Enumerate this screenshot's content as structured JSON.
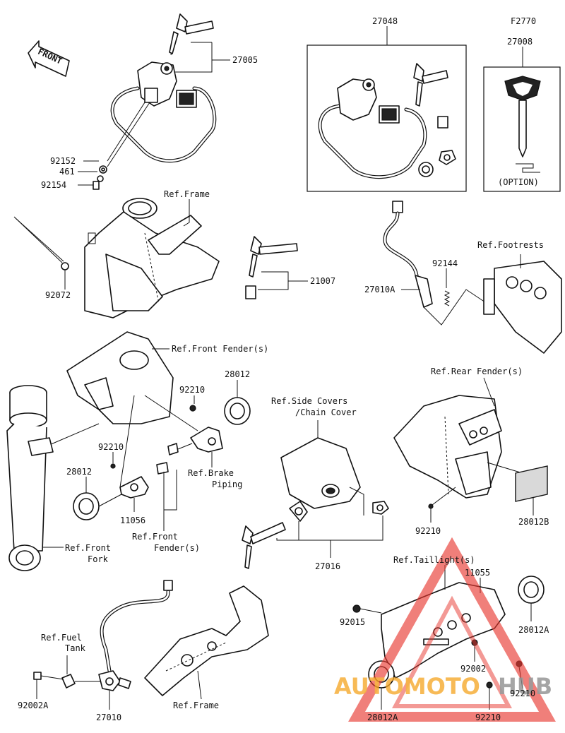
{
  "orientation": {
    "front_label": "FRONT"
  },
  "parts": {
    "p27005": "27005",
    "p92152": "92152",
    "p461": "461",
    "p92154": "92154",
    "p27048": "27048",
    "p27008_ref": "F2770",
    "p27008": "27008",
    "option": "(OPTION)",
    "p92072": "92072",
    "p21007": "21007",
    "p92144": "92144",
    "p27010A": "27010A",
    "p28012_top": "28012",
    "p92210_a": "92210",
    "p92210_b": "92210",
    "p28012_left": "28012",
    "p11056": "11056",
    "p28012B": "28012B",
    "p92210_c": "92210",
    "p27016": "27016",
    "p11055": "11055",
    "p92015": "92015",
    "p28012A_r": "28012A",
    "p92002": "92002",
    "p92210_d": "92210",
    "p92210_e": "92210",
    "p28012A_b": "28012A",
    "p92002A": "92002A",
    "p27010": "27010"
  },
  "refs": {
    "frame_top": "Ref.Frame",
    "footrests": "Ref.Footrests",
    "front_fender": "Ref.Front Fender(s)",
    "rear_fender": "Ref.Rear Fender(s)",
    "side_covers_1": "Ref.Side Covers",
    "side_covers_2": "/Chain Cover",
    "brake_1": "Ref.Brake",
    "brake_2": "Piping",
    "front_fender2_1": "Ref.Front",
    "front_fender2_2": "Fender(s)",
    "front_fork_1": "Ref.Front",
    "front_fork_2": "Fork",
    "taillight": "Ref.Taillight(s)",
    "fuel_1": "Ref.Fuel",
    "fuel_2": "Tank",
    "frame_bottom": "Ref.Frame"
  },
  "watermark": {
    "text_a": "AUTOMOTO",
    "text_b": "HUB"
  },
  "colors": {
    "watermark_red": "#e8372f",
    "watermark_orange": "#f5a623",
    "watermark_grey": "#8a8a8a",
    "ink": "#111111"
  }
}
